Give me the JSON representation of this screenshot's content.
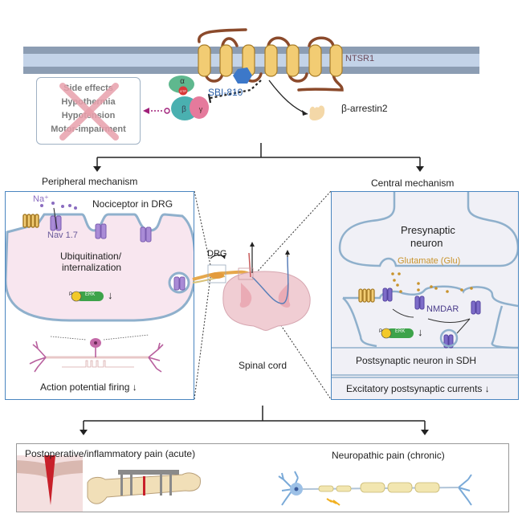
{
  "membrane": {
    "receptor_label": "NTSR1",
    "drug_label": "SBI-810",
    "arrestin_label": "β-arrestin2",
    "g_protein": {
      "alpha": "α",
      "beta": "β",
      "gamma": "γ",
      "gtp": "GTP"
    }
  },
  "side_effects": {
    "title": "Side effects",
    "items": [
      "Hypothermia",
      "Hypotension",
      "Motor-impairment"
    ],
    "status": "crossed-out"
  },
  "peripheral": {
    "heading": "Peripheral mechanism",
    "cell_title": "Nociceptor in DRG",
    "ion_label": "Na⁺",
    "channel_label": "Nav 1.7",
    "process_label": "Ubiquitination/\ninternalization",
    "process_line1": "Ubiquitination/",
    "process_line2": "internalization",
    "perk": {
      "p": "P",
      "erk": "ERK",
      "arrow": "↓"
    },
    "footer": "Action potential firing ↓"
  },
  "center": {
    "drg_label": "DRG",
    "spinal_label": "Spinal cord"
  },
  "central": {
    "heading": "Central mechanism",
    "pre_line1": "Presynaptic",
    "pre_line2": "neuron",
    "glu_label": "Glutamate (Glu)",
    "receptor_label": "NMDAR",
    "perk": {
      "p": "P",
      "erk": "ERK",
      "arrow": "↓"
    },
    "post_label": "Postsynaptic neuron in SDH",
    "footer": "Excitatory postsynaptic currents ↓"
  },
  "outcomes": {
    "acute": "Postoperative/inflammatory pain (acute)",
    "chronic": "Neuropathic pain (chronic)"
  },
  "colors": {
    "membrane_dark": "#8c9db3",
    "membrane_light": "#c3d3e8",
    "helix": "#f2cc73",
    "loop": "#8b4a2b",
    "panel_border": "#4a86c0",
    "cell_fill": "#f8e6ef",
    "channel": "#a98bd6",
    "cross": "#e8a0ac",
    "glu": "#c8932c",
    "erk": "#3da34a",
    "p": "#f2c928"
  }
}
